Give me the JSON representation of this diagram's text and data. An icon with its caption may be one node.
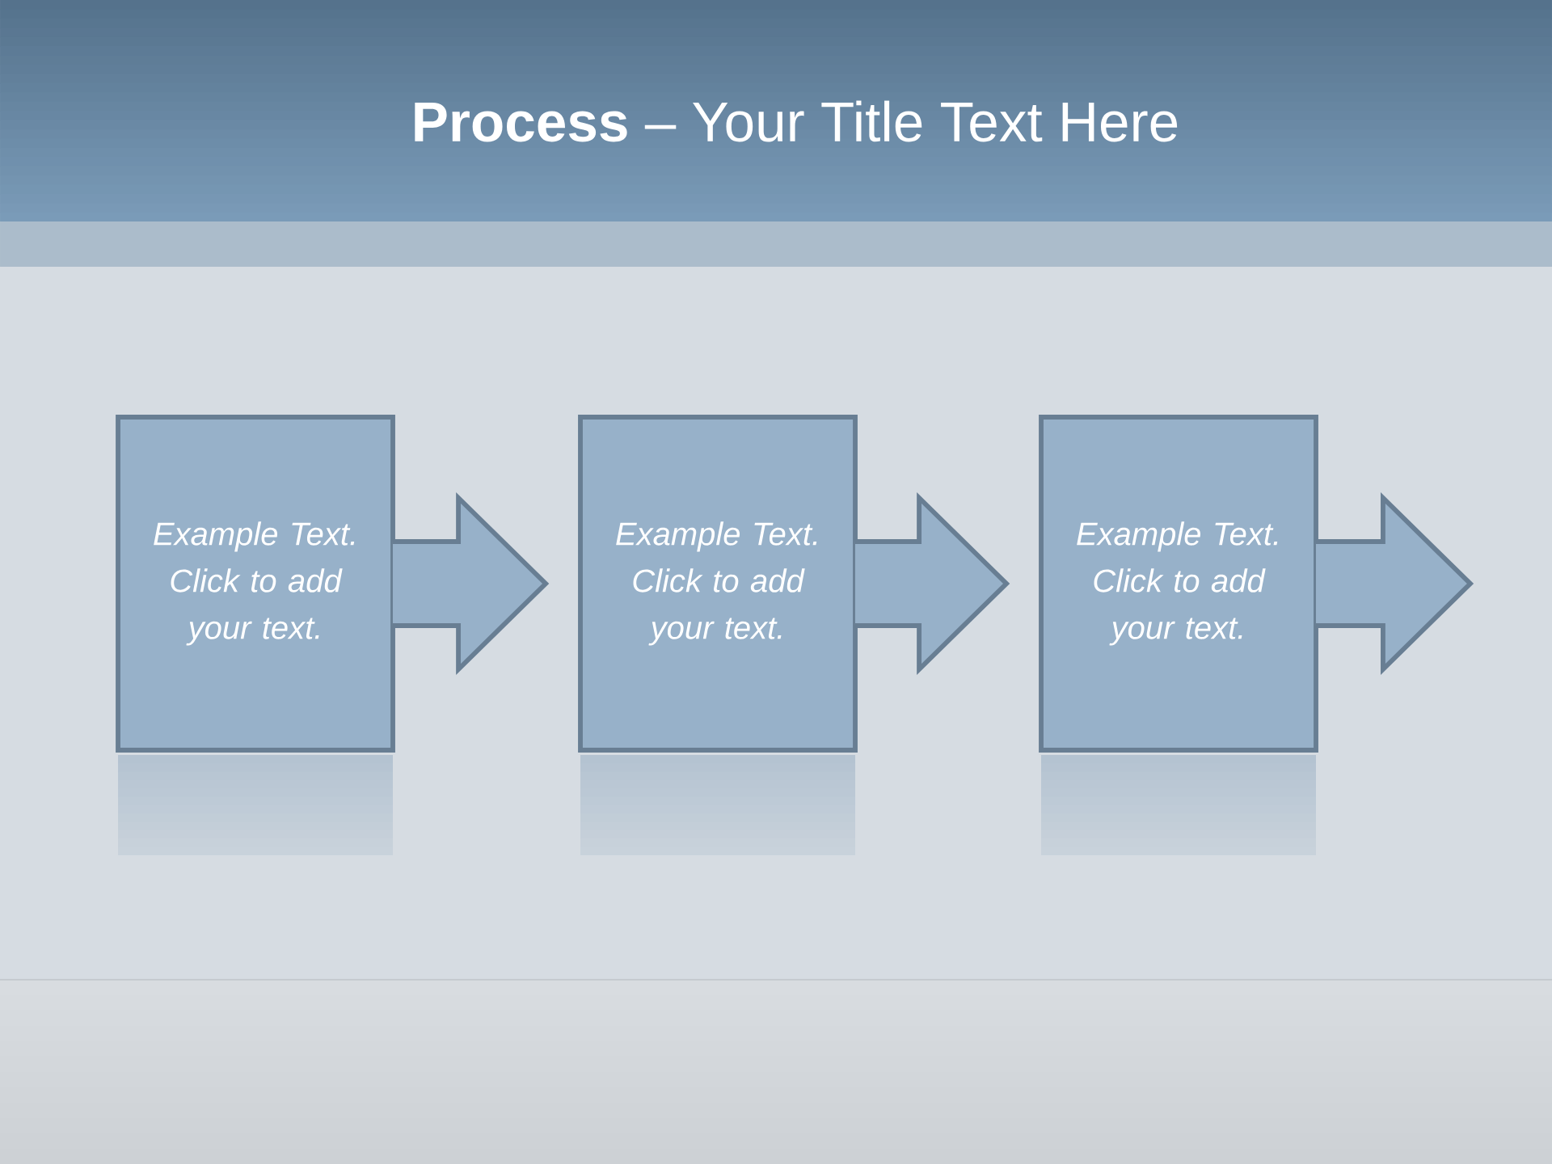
{
  "diagram": {
    "title": "**Process** – Your Title Text Here",
    "nodes": [
      {
        "text": [
          "Example Text. Click to add your text."
        ]
      },
      {
        "text": [
          "Example Text. Click to add your text."
        ]
      },
      {
        "text": [
          "Example Text. Click to add your text."
        ]
      }
    ],
    "edges": [
      {
        "from": 0,
        "to": 1,
        "arrow": "to"
      },
      {
        "from": 1,
        "to": 2,
        "arrow": "to"
      },
      {
        "from": 2,
        "to": null,
        "arrow": "to"
      }
    ]
  }
}
